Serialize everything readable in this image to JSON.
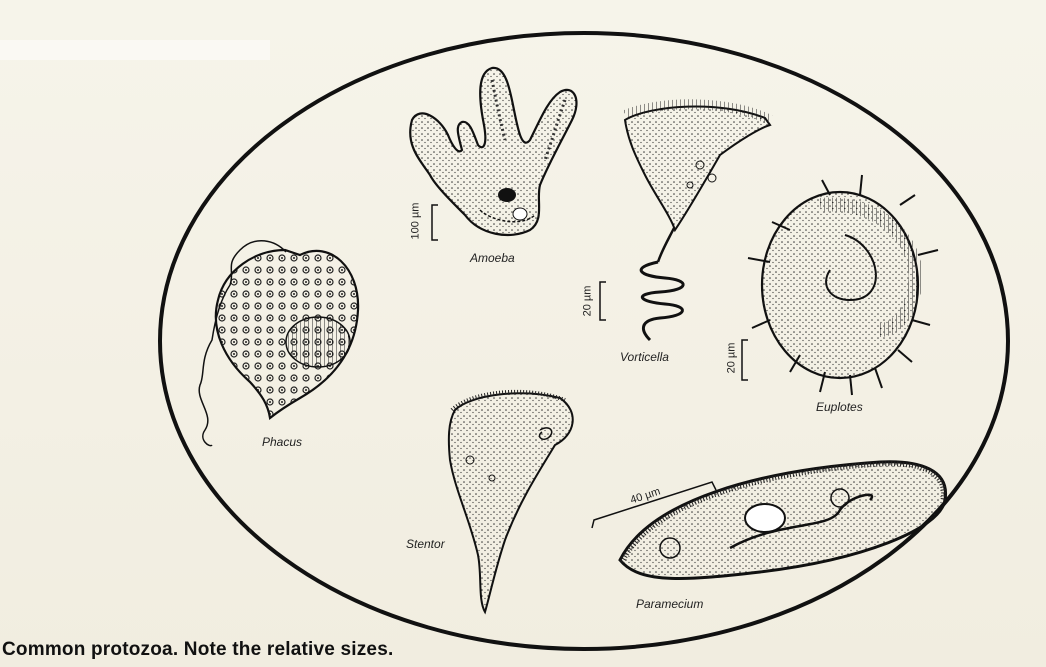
{
  "figure": {
    "caption": "Common protozoa. Note the relative sizes.",
    "organisms": {
      "amoeba": "Amoeba",
      "vorticella": "Vorticella",
      "euplotes": "Euplotes",
      "phacus": "Phacus",
      "stentor": "Stentor",
      "paramecium": "Paramecium"
    },
    "scales": {
      "amoeba": "100 µm",
      "vorticella": "20 µm",
      "euplotes": "20 µm",
      "paramecium": "40 µm"
    }
  }
}
